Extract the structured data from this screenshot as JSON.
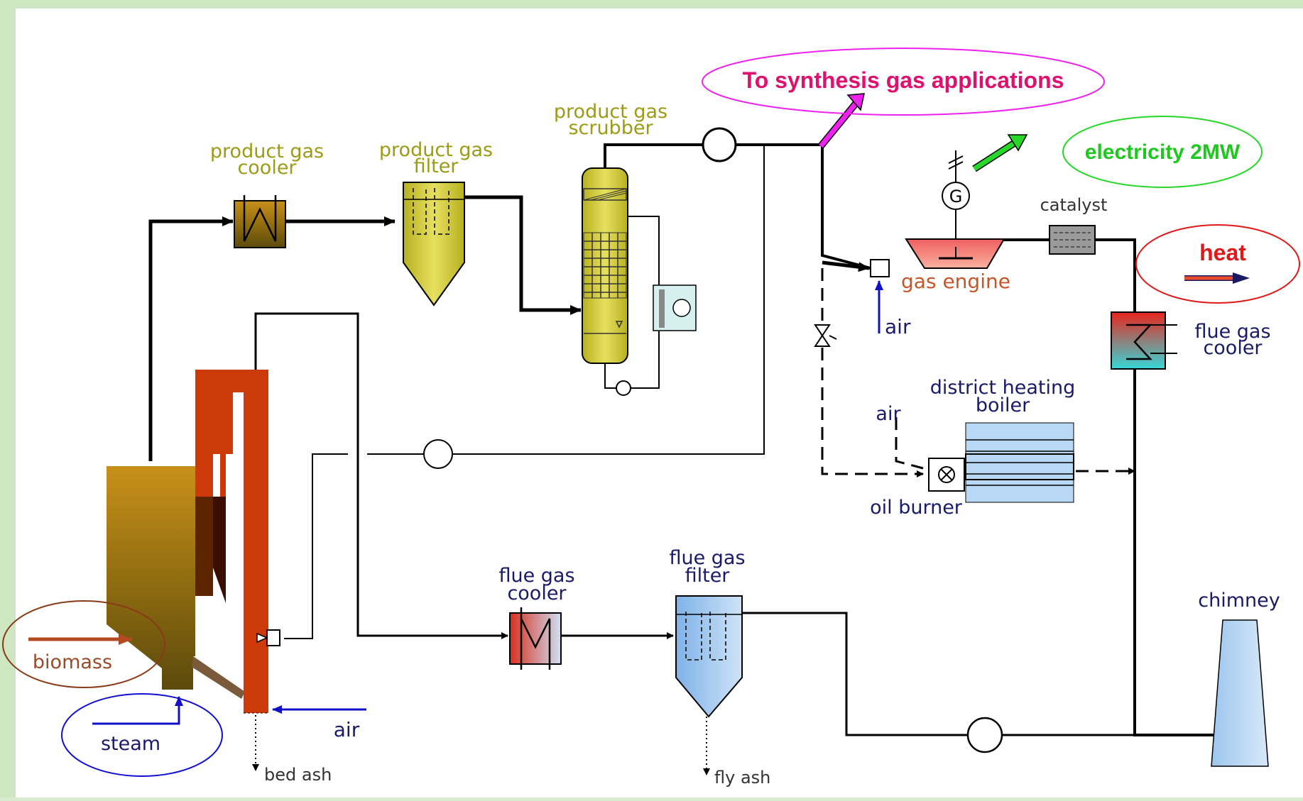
{
  "labels": {
    "product_gas_cooler_1": "product gas",
    "product_gas_cooler_2": "cooler",
    "product_gas_filter_1": "product gas",
    "product_gas_filter_2": "filter",
    "product_gas_scrubber_1": "product gas",
    "product_gas_scrubber_2": "scrubber",
    "synthesis": "To synthesis gas applications",
    "electricity": "electricity 2MW",
    "generator": "G",
    "catalyst": "catalyst",
    "heat": "heat",
    "gas_engine": "gas engine",
    "air_engine": "air",
    "flue_gas_cooler_right_1": "flue gas",
    "flue_gas_cooler_right_2": "cooler",
    "district_heating_1": "district heating",
    "district_heating_2": "boiler",
    "air_burner": "air",
    "oil_burner": "oil burner",
    "flue_gas_cooler_bottom_1": "flue gas",
    "flue_gas_cooler_bottom_2": "cooler",
    "flue_gas_filter_1": "flue gas",
    "flue_gas_filter_2": "filter",
    "chimney": "chimney",
    "biomass": "biomass",
    "steam": "steam",
    "air_reactor": "air",
    "bed_ash": "bed ash",
    "fly_ash": "fly ash"
  },
  "colors": {
    "page_background": "#d7ebce",
    "diagram_background": "#ffffff",
    "label_olive": "#9c9b16",
    "label_navy": "#1a1a66",
    "synthesis_text": "#e0106e",
    "electricity_text": "#1ec81e",
    "heat_text": "#e01818",
    "biomass_text": "#9a4a2a",
    "steam_outline": "#1010d0"
  }
}
